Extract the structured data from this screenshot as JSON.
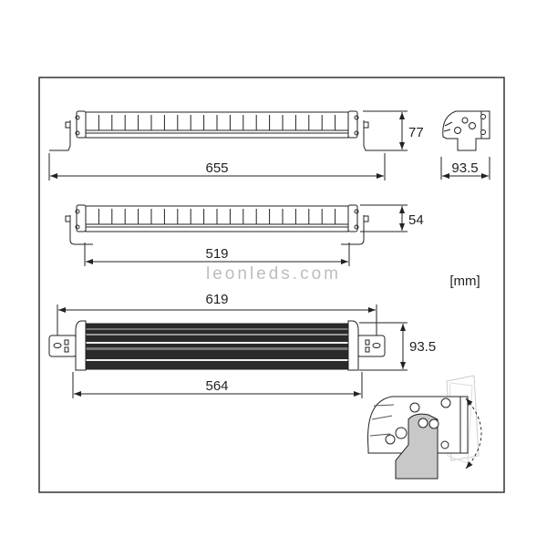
{
  "dimensions": {
    "top_length": "655",
    "top_height": "77",
    "side_width": "93.5",
    "middle_mount": "519",
    "middle_height": "54",
    "bottom_length": "619",
    "bottom_height": "93.5",
    "bottom_body": "564"
  },
  "unit_label": "[mm]",
  "watermark": "leonleds.com"
}
